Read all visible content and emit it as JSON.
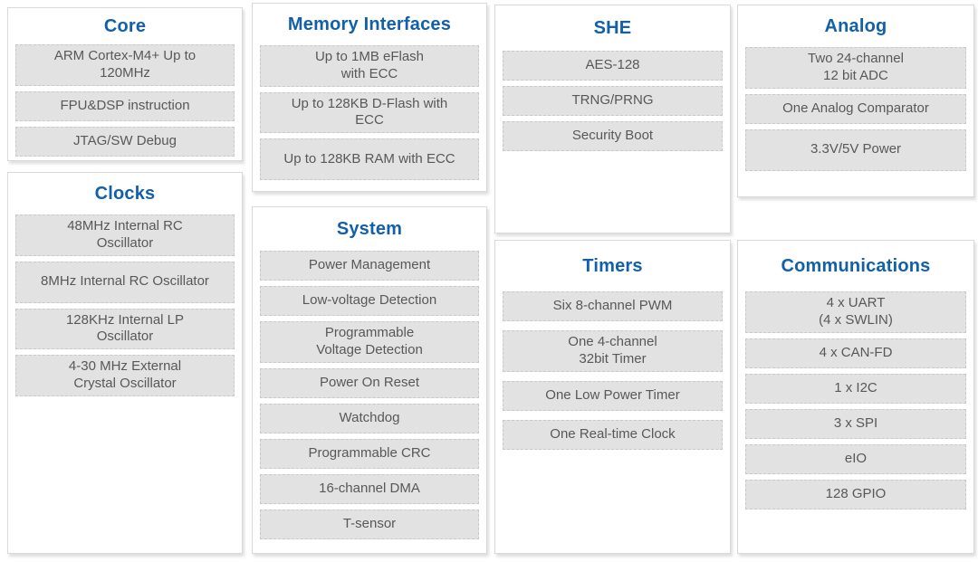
{
  "colors": {
    "title_blue": "#1160a9",
    "item_background": "#e2e2e2",
    "item_border": "#c9c9c9",
    "item_text": "#57585a",
    "box_border": "#d9d9d9"
  },
  "sections": {
    "core": {
      "title": "Core",
      "items": [
        "ARM Cortex-M4+ Up to\n120MHz",
        "FPU&DSP instruction",
        "JTAG/SW Debug"
      ]
    },
    "clocks": {
      "title": "Clocks",
      "items": [
        "48MHz Internal RC\nOscillator",
        "8MHz Internal RC Oscillator",
        "128KHz Internal LP\nOscillator",
        "4-30 MHz External\nCrystal Oscillator"
      ]
    },
    "memory": {
      "title": "Memory Interfaces",
      "items": [
        "Up to 1MB eFlash\nwith ECC",
        "Up to 128KB D-Flash with\nECC",
        "Up to 128KB RAM with ECC"
      ]
    },
    "system": {
      "title": "System",
      "items": [
        "Power Management",
        "Low-voltage Detection",
        "Programmable\nVoltage Detection",
        "Power On Reset",
        "Watchdog",
        "Programmable CRC",
        "16-channel DMA",
        "T-sensor"
      ]
    },
    "she": {
      "title": "SHE",
      "items": [
        "AES-128",
        "TRNG/PRNG",
        "Security Boot"
      ]
    },
    "timers": {
      "title": "Timers",
      "items": [
        "Six 8-channel PWM",
        "One 4-channel\n32bit Timer",
        "One Low Power Timer",
        "One Real-time Clock"
      ]
    },
    "analog": {
      "title": "Analog",
      "items": [
        "Two 24-channel\n12 bit ADC",
        "One Analog Comparator",
        "3.3V/5V Power"
      ]
    },
    "communications": {
      "title": "Communications",
      "items": [
        "4 x UART\n(4 x SWLIN)",
        "4 x CAN-FD",
        "1 x I2C",
        "3 x SPI",
        "eIO",
        "128 GPIO"
      ]
    }
  }
}
